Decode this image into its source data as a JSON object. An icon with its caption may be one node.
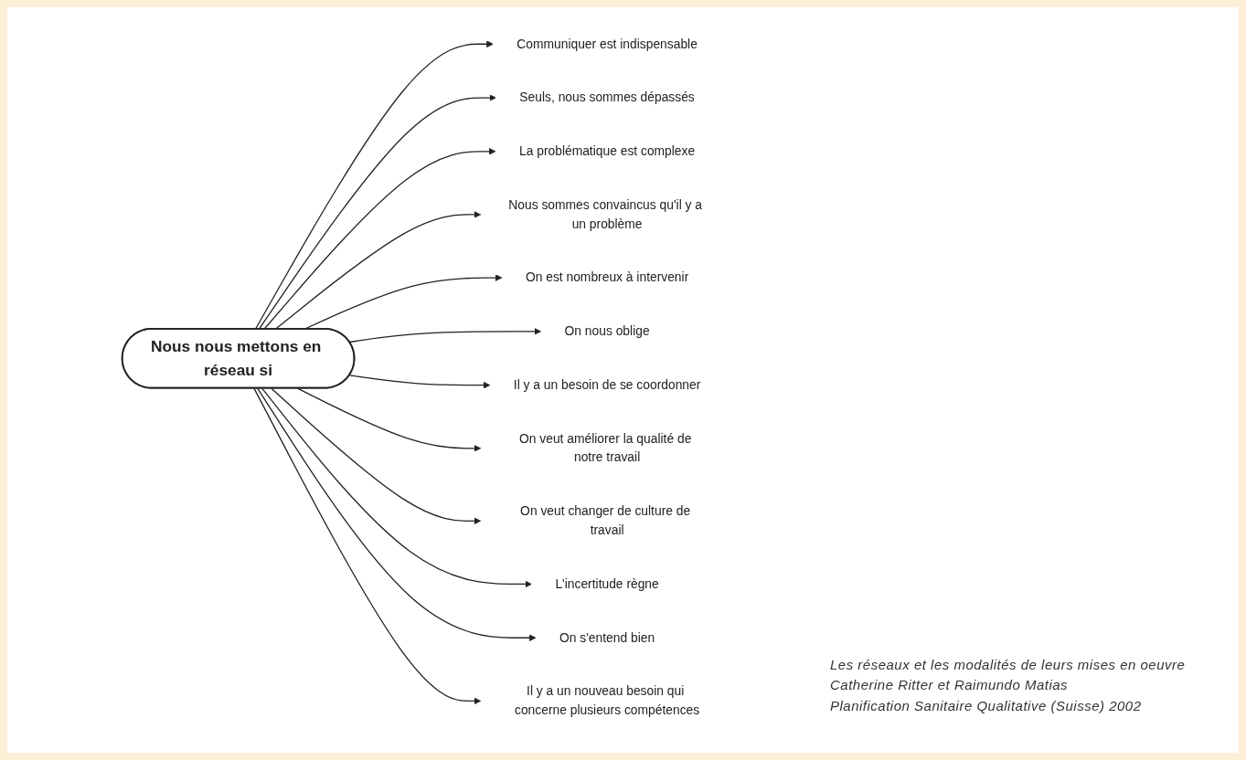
{
  "diagram": {
    "nodes": [
      {
        "text": [
          "Nous nous mettons en réseau si"
        ]
      },
      {
        "text": [
          "Communiquer est indispensable"
        ]
      },
      {
        "text": [
          "Seuls, nous sommes dépassés"
        ]
      },
      {
        "text": [
          "La problématique est complexe"
        ]
      },
      {
        "text": [
          "Nous sommes convaincus qu'il y a un problème"
        ]
      },
      {
        "text": [
          "On est nombreux à intervenir"
        ]
      },
      {
        "text": [
          "On nous oblige"
        ]
      },
      {
        "text": [
          "Il y a un besoin de se coordonner"
        ]
      },
      {
        "text": [
          "On veut améliorer la qualité de notre travail"
        ]
      },
      {
        "text": [
          "On veut changer de culture de travail"
        ]
      },
      {
        "text": [
          "L'incertitude règne"
        ]
      },
      {
        "text": [
          "On s'entend bien"
        ]
      },
      {
        "text": [
          "Il y a un nouveau besoin qui concerne plusieurs compétences"
        ]
      }
    ],
    "edges": [
      {
        "from": 0,
        "to": 1,
        "arrow": "to"
      },
      {
        "from": 0,
        "to": 2,
        "arrow": "to"
      },
      {
        "from": 0,
        "to": 3,
        "arrow": "to"
      },
      {
        "from": 0,
        "to": 4,
        "arrow": "to"
      },
      {
        "from": 0,
        "to": 5,
        "arrow": "to"
      },
      {
        "from": 0,
        "to": 6,
        "arrow": "to"
      },
      {
        "from": 0,
        "to": 7,
        "arrow": "to"
      },
      {
        "from": 0,
        "to": 8,
        "arrow": "to"
      },
      {
        "from": 0,
        "to": 9,
        "arrow": "to"
      },
      {
        "from": 0,
        "to": 10,
        "arrow": "to"
      },
      {
        "from": 0,
        "to": 11,
        "arrow": "to"
      },
      {
        "from": 0,
        "to": 12,
        "arrow": "to"
      }
    ],
    "labels": [
      "Les réseaux et les modalités de leurs mises en oeuvre",
      "Catherine Ritter et Raimundo Matias",
      "Planification Sanitaire Qualitative (Suisse) 2002"
    ]
  }
}
